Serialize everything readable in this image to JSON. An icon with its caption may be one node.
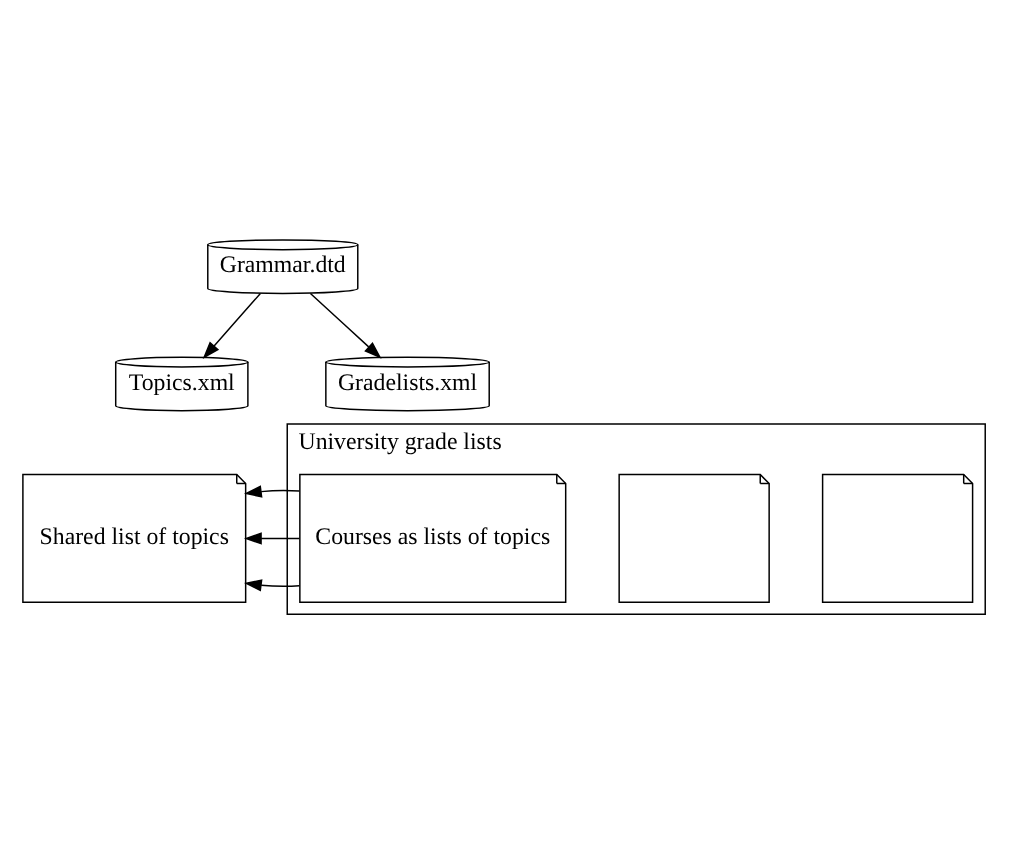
{
  "diagram": {
    "nodes": [
      {
        "text": [
          "Grammar.dtd"
        ]
      },
      {
        "text": [
          "Topics.xml"
        ]
      },
      {
        "text": [
          "Shared list of topics"
        ]
      },
      {
        "text": [
          "Gradelists.xml"
        ]
      },
      {
        "text": [
          "University grade lists"
        ]
      },
      {
        "text": [],
        "shape": "box",
        "in": 4
      },
      {
        "text": [],
        "shape": "box",
        "in": 4
      },
      {
        "text": [
          "Courses as lists of topics"
        ],
        "in": 4
      }
    ],
    "edges": [
      {
        "from": 0,
        "to": 1,
        "arrow": "to"
      },
      {
        "from": 0,
        "to": 3,
        "arrow": "to"
      },
      {
        "from": 7,
        "to": 2,
        "arrow": "to"
      },
      {
        "from": 7,
        "to": 2,
        "arrow": "to"
      },
      {
        "from": 7,
        "to": 2,
        "arrow": "to"
      }
    ]
  }
}
